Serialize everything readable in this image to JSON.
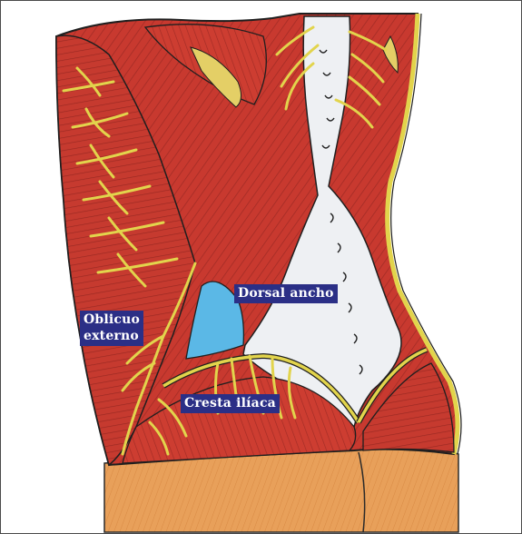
{
  "figure": {
    "labels": {
      "dorsal_ancho": "Dorsal ancho",
      "oblicuo_externo_line1": "Oblicuo",
      "oblicuo_externo_line2": "externo",
      "cresta_iliaca": "Cresta ilíaca"
    },
    "colors": {
      "muscle": "#c8392f",
      "muscle_dark": "#9e2a24",
      "fascia": "#eef0f3",
      "nerve": "#e2d44c",
      "skin": "#e59a55",
      "fat": "#e4cf66",
      "blue": "#5bb8e6",
      "label_bg": "#2b2f86",
      "outline": "#1f1f1f"
    }
  }
}
